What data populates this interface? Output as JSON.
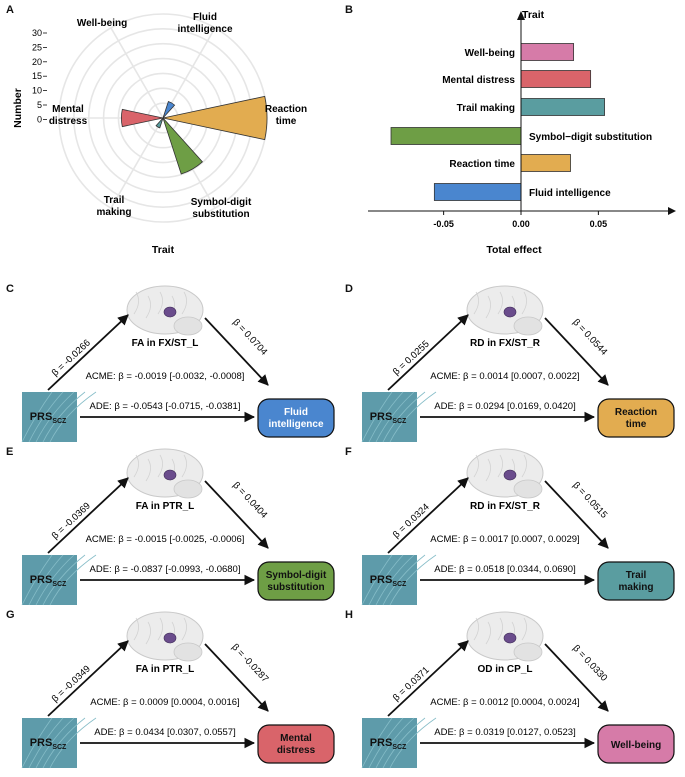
{
  "colors": {
    "wellbeing": "#D67BA8",
    "mental": "#D9646A",
    "trail": "#5A9DA0",
    "symbol": "#6E9E45",
    "reaction": "#E2AC50",
    "fluid": "#4A86CF",
    "prs_box": "#5E9BAA"
  },
  "panels": {
    "A": "A",
    "B": "B",
    "C": "C",
    "D": "D",
    "E": "E",
    "F": "F",
    "G": "G",
    "H": "H"
  },
  "chart_data": [
    {
      "type": "polar-bar",
      "panel": "A",
      "title": "",
      "ylabel": "Number",
      "xlabel": "Trait",
      "rlim": [
        0,
        30
      ],
      "radial_ticks": [
        "30",
        "25",
        "20",
        "15",
        "10",
        "5",
        "0"
      ],
      "categories": [
        {
          "label_lines": [
            "Fluid",
            "intelligence"
          ],
          "value": 5,
          "color_key": "fluid"
        },
        {
          "label_lines": [
            "Reaction",
            "time"
          ],
          "value": 30,
          "color_key": "reaction"
        },
        {
          "label_lines": [
            "Symbol-digit",
            "substitution"
          ],
          "value": 17,
          "color_key": "symbol"
        },
        {
          "label_lines": [
            "Trail",
            "making"
          ],
          "value": 3,
          "color_key": "trail"
        },
        {
          "label_lines": [
            "Mental",
            "distress"
          ],
          "value": 12,
          "color_key": "mental"
        },
        {
          "label_lines": [
            "Well-being"
          ],
          "value": 0,
          "color_key": "wellbeing"
        }
      ]
    },
    {
      "type": "bar",
      "panel": "B",
      "orientation": "horizontal",
      "title": "",
      "xlabel": "Total effect",
      "ylabel": "Trait",
      "xlim": [
        -0.095,
        0.095
      ],
      "xticks": [
        "-0.05",
        "0.00",
        "0.05"
      ],
      "xtick_values": [
        -0.05,
        0.0,
        0.05
      ],
      "categories": [
        "Well-being",
        "Mental distress",
        "Trail making",
        "Symbol−digit substitution",
        "Reaction time",
        "Fluid intelligence"
      ],
      "values": [
        0.034,
        0.045,
        0.054,
        -0.084,
        0.032,
        -0.056
      ],
      "color_keys": [
        "wellbeing",
        "mental",
        "trail",
        "symbol",
        "reaction",
        "fluid"
      ]
    }
  ],
  "mediations": [
    {
      "panel": "C",
      "mediator": "FA in FX/ST_L",
      "beta_a": "β = -0.0266",
      "beta_b": "β = 0.0704",
      "acme": "ACME: β = -0.0019 [-0.0032, -0.0008]",
      "ade": "ADE: β = -0.0543 [-0.0715, -0.0381]",
      "outcome_lines": [
        "Fluid",
        "intelligence"
      ],
      "color_key": "fluid"
    },
    {
      "panel": "D",
      "mediator": "RD in FX/ST_R",
      "beta_a": "β = 0.0255",
      "beta_b": "β = 0.0544",
      "acme": "ACME: β = 0.0014 [0.0007, 0.0022]",
      "ade": "ADE: β = 0.0294 [0.0169, 0.0420]",
      "outcome_lines": [
        "Reaction",
        "time"
      ],
      "color_key": "reaction"
    },
    {
      "panel": "E",
      "mediator": "FA in PTR_L",
      "beta_a": "β = -0.0369",
      "beta_b": "β = 0.0404",
      "acme": "ACME: β = -0.0015 [-0.0025, -0.0006]",
      "ade": "ADE: β = -0.0837 [-0.0993, -0.0680]",
      "outcome_lines": [
        "Symbol-digit",
        "substitution"
      ],
      "color_key": "symbol"
    },
    {
      "panel": "F",
      "mediator": "RD in FX/ST_R",
      "beta_a": "β = 0.0324",
      "beta_b": "β = 0.0515",
      "acme": "ACME: β = 0.0017 [0.0007, 0.0029]",
      "ade": "ADE: β = 0.0518 [0.0344, 0.0690]",
      "outcome_lines": [
        "Trail",
        "making"
      ],
      "color_key": "trail"
    },
    {
      "panel": "G",
      "mediator": "FA in PTR_L",
      "beta_a": "β = -0.0349",
      "beta_b": "β = -0.0287",
      "acme": "ACME: β = 0.0009 [0.0004, 0.0016]",
      "ade": "ADE: β = 0.0434 [0.0307, 0.0557]",
      "outcome_lines": [
        "Mental",
        "distress"
      ],
      "color_key": "mental"
    },
    {
      "panel": "H",
      "mediator": "OD in CP_L",
      "beta_a": "β = 0.0371",
      "beta_b": "β = 0.0330",
      "acme": "ACME: β = 0.0012 [0.0004, 0.0024]",
      "ade": "ADE: β = 0.0319 [0.0127, 0.0523]",
      "outcome_lines": [
        "Well-being"
      ],
      "color_key": "wellbeing"
    }
  ],
  "prs": {
    "main": "PRS",
    "sub": "SCZ"
  }
}
